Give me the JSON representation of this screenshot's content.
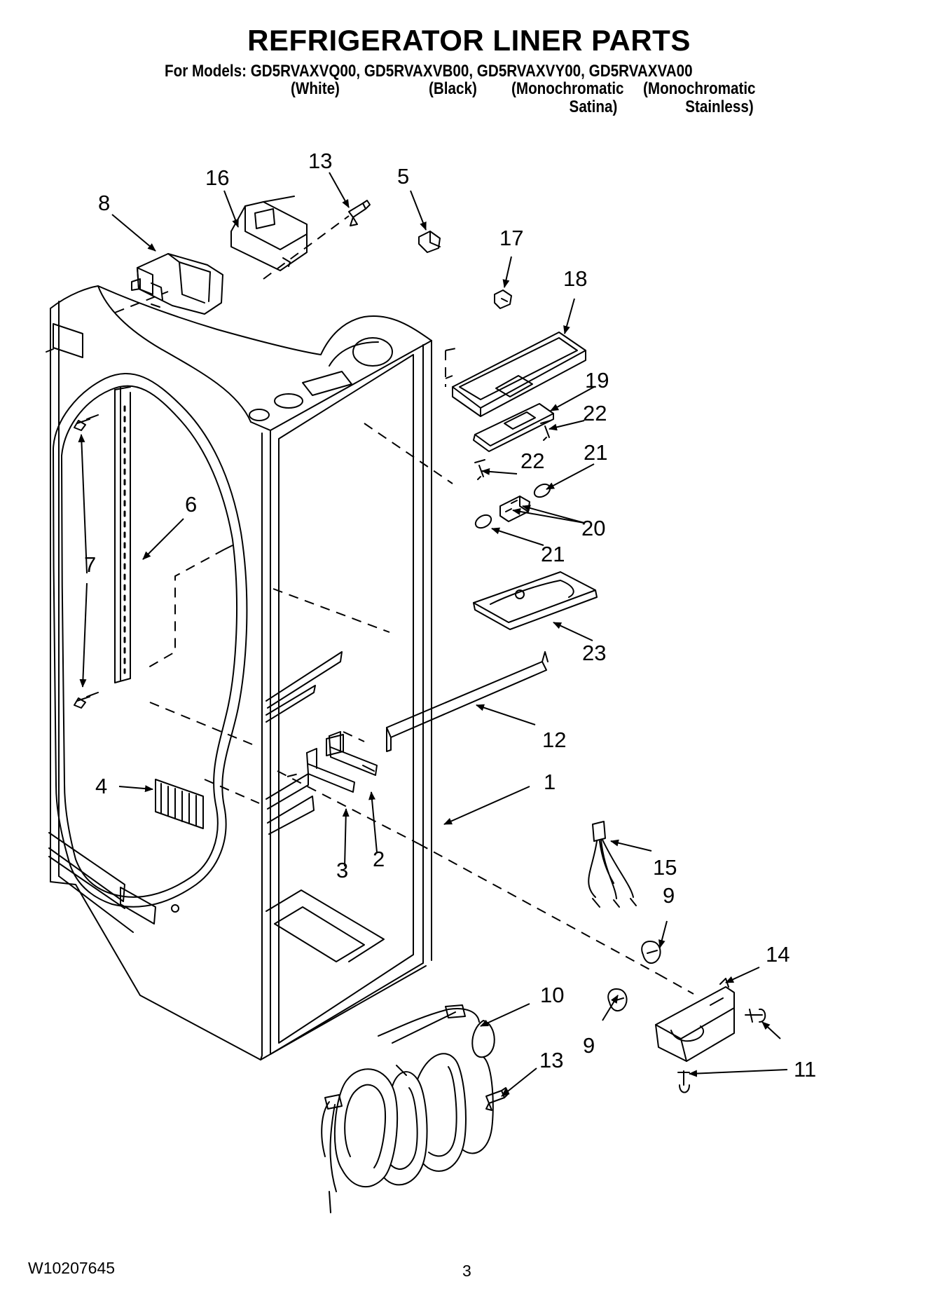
{
  "header": {
    "title": "REFRIGERATOR LINER PARTS",
    "models_line": "For Models: GD5RVAXVQ00, GD5RVAXVB00, GD5RVAXVY00, GD5RVAXVA00",
    "variants": {
      "white": "(White)",
      "black": "(Black)",
      "satina_1": "(Monochromatic",
      "satina_2": "Satina)",
      "stainless_1": "(Monochromatic",
      "stainless_2": "Stainless)"
    }
  },
  "callouts": {
    "c1": "1",
    "c2": "2",
    "c3": "3",
    "c4": "4",
    "c5": "5",
    "c6": "6",
    "c7": "7",
    "c8": "8",
    "c9a": "9",
    "c9b": "9",
    "c10": "10",
    "c11": "11",
    "c12": "12",
    "c13a": "13",
    "c13b": "13",
    "c14": "14",
    "c15": "15",
    "c16": "16",
    "c17": "17",
    "c18": "18",
    "c19": "19",
    "c20": "20",
    "c21a": "21",
    "c21b": "21",
    "c22a": "22",
    "c22b": "22",
    "c23": "23"
  },
  "footer": {
    "doc_number": "W10207645",
    "page": "3"
  }
}
